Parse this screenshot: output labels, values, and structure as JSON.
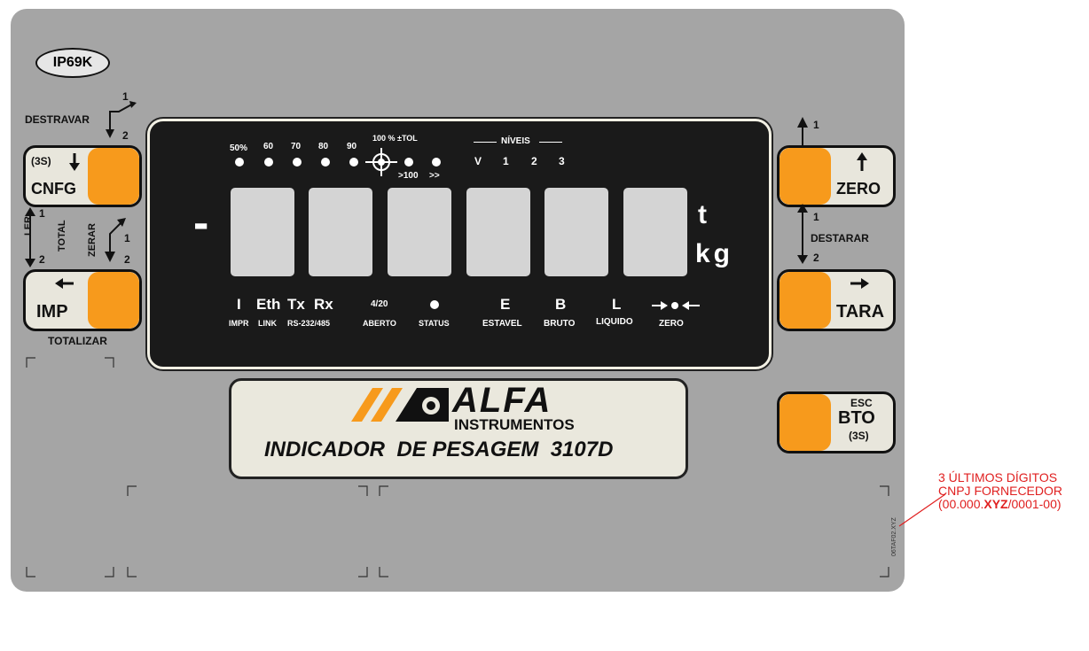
{
  "badge": "IP69K",
  "left_labels": {
    "destravar": "DESTRAVAR",
    "n1a": "1",
    "n2a": "2",
    "ler": "LER",
    "total": "TOTAL",
    "zerar": "ZERAR",
    "n1b": "1",
    "n2b": "2",
    "n1c": "1",
    "n2c": "2",
    "totalizar": "TOTALIZAR"
  },
  "buttons": {
    "cnfg": {
      "label": "CNFG",
      "sub": "(3S)"
    },
    "imp": {
      "label": "IMP"
    },
    "zero": {
      "label": "ZERO"
    },
    "tara": {
      "label": "TARA"
    },
    "bto": {
      "top": "ESC",
      "label": "BTO",
      "sub": "(3S)"
    }
  },
  "right_labels": {
    "n1a": "1",
    "n1b": "1",
    "destarar": "DESTARAR",
    "n2": "2"
  },
  "display": {
    "bar_levels": [
      "50%",
      "60",
      "70",
      "80",
      "90"
    ],
    "tol": "100 % ±TOL",
    "over100": ">100",
    "over": ">>",
    "niveis": "NÍVEIS",
    "niveis_items": [
      "V",
      "1",
      "2",
      "3"
    ],
    "minus": "-",
    "unit_t": "t",
    "unit_kg": "kg",
    "indicators": {
      "i": "I",
      "eth": "Eth",
      "tx": "Tx",
      "rx": "Rx",
      "analog": "4/20",
      "e": "E",
      "b": "B",
      "l": "L"
    },
    "indicator_labels": {
      "impr": "IMPR",
      "link": "LINK",
      "rs": "RS-232/485",
      "aberto": "ABERTO",
      "status": "STATUS",
      "estavel": "ESTAVEL",
      "bruto": "BRUTO",
      "liquido": "LIQUIDO",
      "zero": "ZERO"
    }
  },
  "logo": {
    "brand": "ALFA",
    "sub": "INSTRUMENTOS",
    "product": "INDICADOR  DE PESAGEM  3107D"
  },
  "vertical_code": "06TAF02.XYZ",
  "note": {
    "line1": "3 ÚLTIMOS DÍGITOS",
    "line2": "CNPJ FORNECEDOR",
    "line3_pre": "(00.000.",
    "line3_bold": "XYZ",
    "line3_post": "/0001-00)"
  },
  "colors": {
    "panel": "#a5a5a5",
    "button_orange": "#f79a1c",
    "display": "#1a1a1a",
    "note_red": "#e02020"
  }
}
